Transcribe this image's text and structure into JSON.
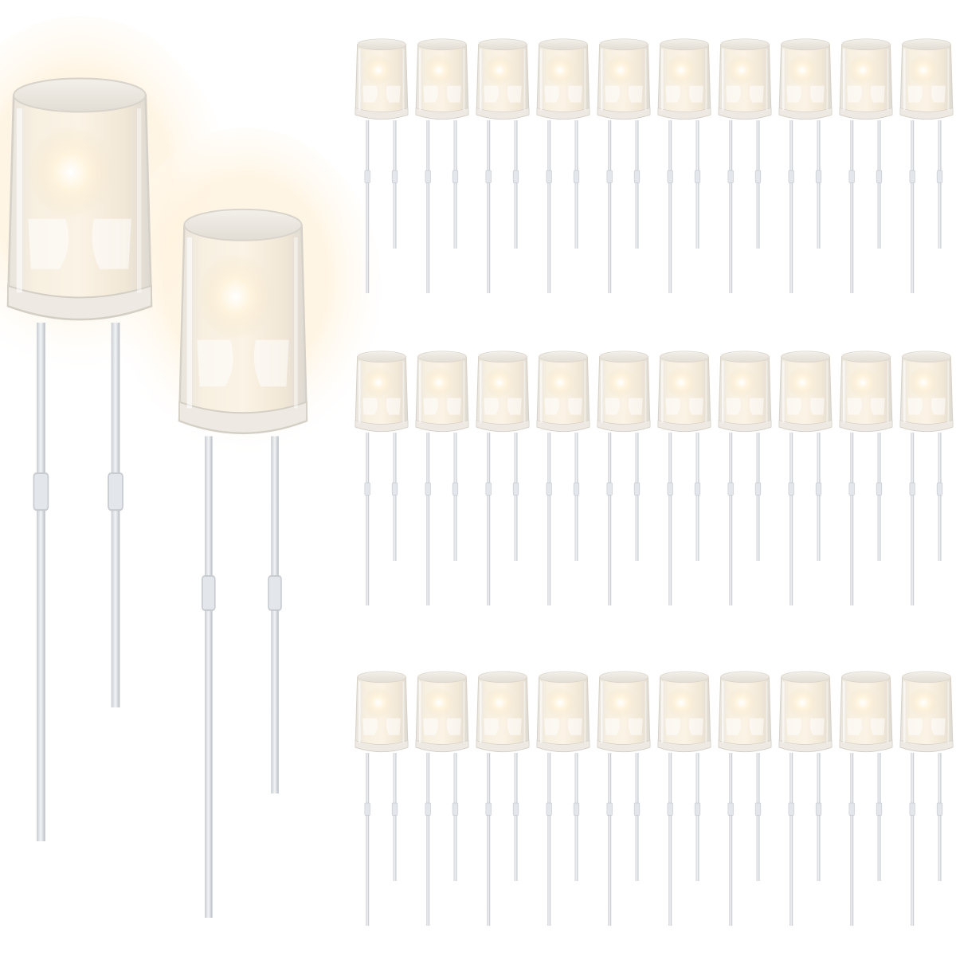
{
  "image": {
    "subject": "led-product-photo",
    "large_led_count": 2,
    "grid": {
      "rows": 3,
      "columns": 10
    },
    "colors": {
      "background": "#ffffff",
      "lens_tint": "#f6ead6",
      "glow": "#fff4df",
      "lead": "#d9dde2"
    }
  }
}
